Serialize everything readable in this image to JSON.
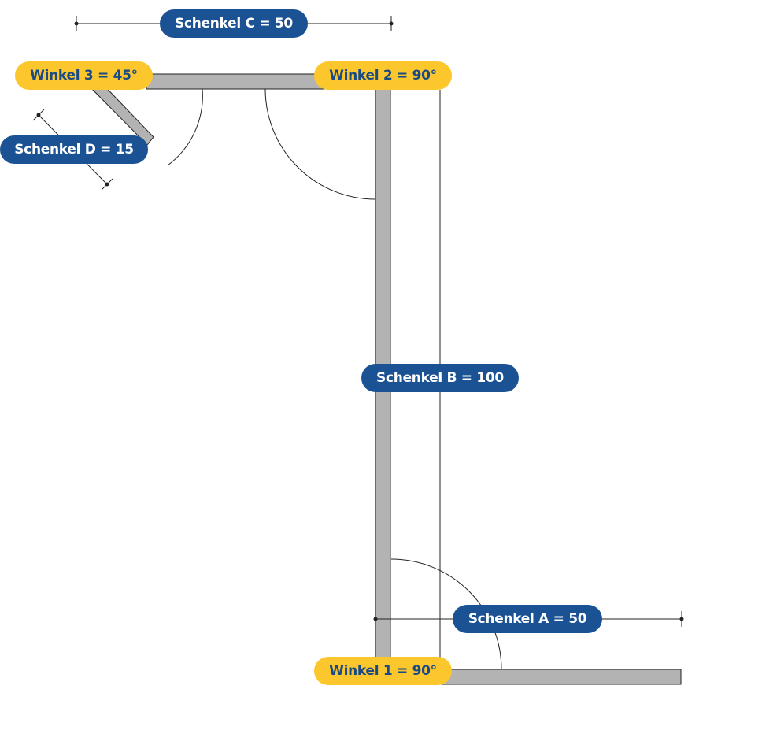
{
  "colors": {
    "leg_pill": "#1a5294",
    "leg_text": "#ffffff",
    "angle_pill": "#fcc72c",
    "angle_text": "#1a4a85",
    "profile_fill": "#b3b3b3",
    "profile_stroke": "#222222"
  },
  "legs": {
    "a": "Schenkel A = 50",
    "b": "Schenkel B = 100",
    "c": "Schenkel C = 50",
    "d": "Schenkel D = 15"
  },
  "angles": {
    "w1": "Winkel 1 = 90°",
    "w2": "Winkel 2 = 90°",
    "w3": "Winkel 3 = 45°"
  }
}
